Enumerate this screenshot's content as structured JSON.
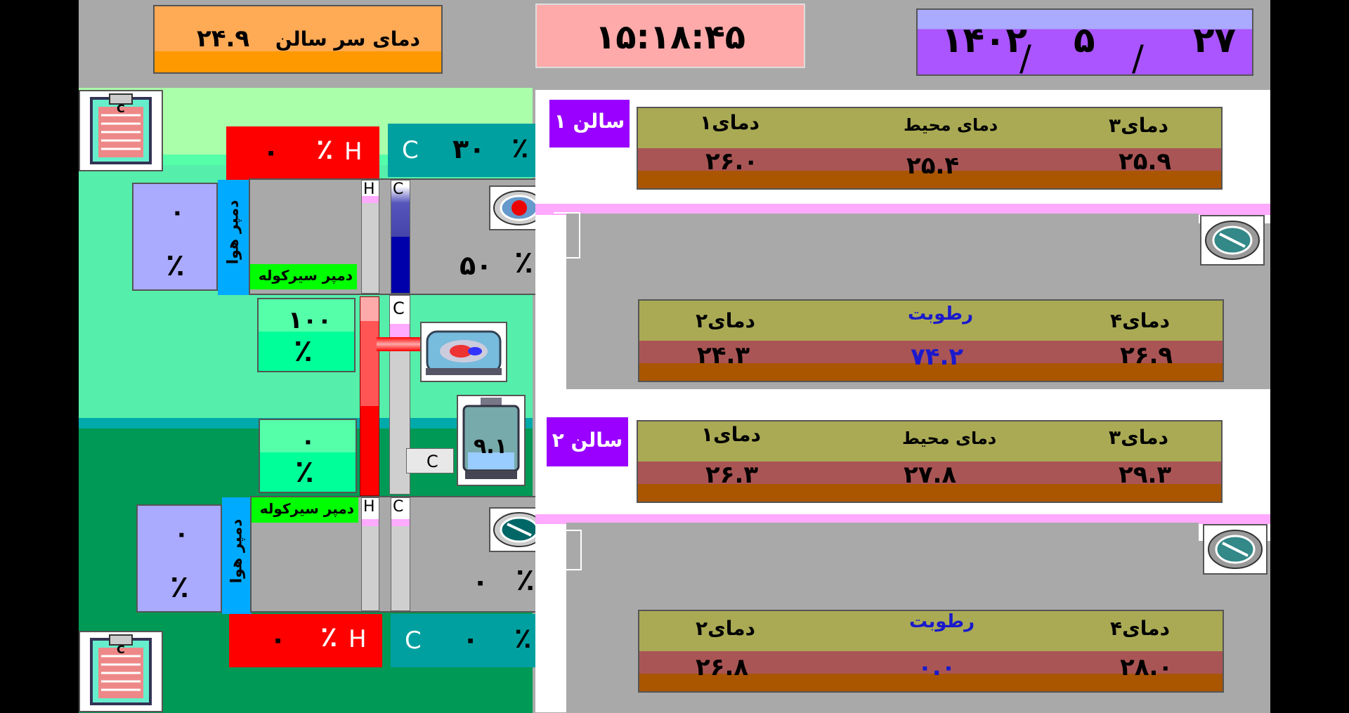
{
  "header": {
    "hall_temp_label": "دمای سر سالن",
    "hall_temp_value": "۲۴.۹",
    "clock": "۱۵:۱۸:۴۵",
    "date_day": "۲۷",
    "date_month": "۵",
    "date_year": "۱۴۰۲",
    "date_sep": "/"
  },
  "left_panel": {
    "top": {
      "heater_value": "۰",
      "heater_pct": "٪",
      "heater_letter": "H",
      "cooler_letter": "C",
      "cooler_value": "۳۰",
      "cooler_pct": "٪",
      "air_damper_label": "دمپر هوا",
      "air_damper_value": "۰",
      "air_damper_pct": "٪",
      "circ_damper_label": "دمپر سیرکوله",
      "fan_speed_value": "۵۰",
      "fan_speed_pct": "٪",
      "bar_h_letter": "H",
      "bar_c_letter": "C",
      "valve_value": "۱۰۰",
      "valve_pct": "٪",
      "cooler_bar_fill": 0.5
    },
    "middle": {
      "pipe_c_letter": "C",
      "boiler_c_letter": "C",
      "boiler_value": "۹.۱",
      "valve2_value": "۰",
      "valve2_pct": "٪"
    },
    "bottom": {
      "circ_damper_label": "دمپر سیرکوله",
      "air_damper_label": "دمپر هوا",
      "air_damper_value": "۰",
      "air_damper_pct": "٪",
      "bar_h_letter": "H",
      "bar_c_letter": "C",
      "fan_speed_value": "۰",
      "fan_speed_pct": "٪",
      "heater_value": "۰",
      "heater_pct": "٪",
      "heater_letter": "H",
      "cooler_letter": "C",
      "cooler_value": "۰",
      "cooler_pct": "٪"
    }
  },
  "hall1": {
    "title": "سالن ۱",
    "row1": {
      "t3_label": "دمای۳",
      "amb_label": "دمای محیط",
      "t1_label": "دمای۱",
      "t3": "۲۵.۹",
      "amb": "۲۵.۴",
      "t1": "۲۶.۰"
    },
    "row2": {
      "t4_label": "دمای۴",
      "hum_label": "رطوبت",
      "t2_label": "دمای۲",
      "t4": "۲۶.۹",
      "hum": "۷۴.۲",
      "t2": "۲۴.۳"
    }
  },
  "hall2": {
    "title": "سالن ۲",
    "row1": {
      "t3_label": "دمای۳",
      "amb_label": "دمای محیط",
      "t1_label": "دمای۱",
      "t3": "۲۹.۳",
      "amb": "۲۷.۸",
      "t1": "۲۶.۳"
    },
    "row2": {
      "t4_label": "دمای۴",
      "hum_label": "رطوبت",
      "t2_label": "دمای۲",
      "t4": "۲۸.۰",
      "hum": "۰.۰",
      "t2": "۲۶.۸"
    }
  },
  "colors": {
    "heater": "#ff0000",
    "cooler": "#00a0a0",
    "damper": "#aaaaff",
    "label_blue": "#00aaff",
    "label_green": "#00ff00",
    "hall_title": "#9900ff",
    "humidity_text": "#1a1acc"
  }
}
